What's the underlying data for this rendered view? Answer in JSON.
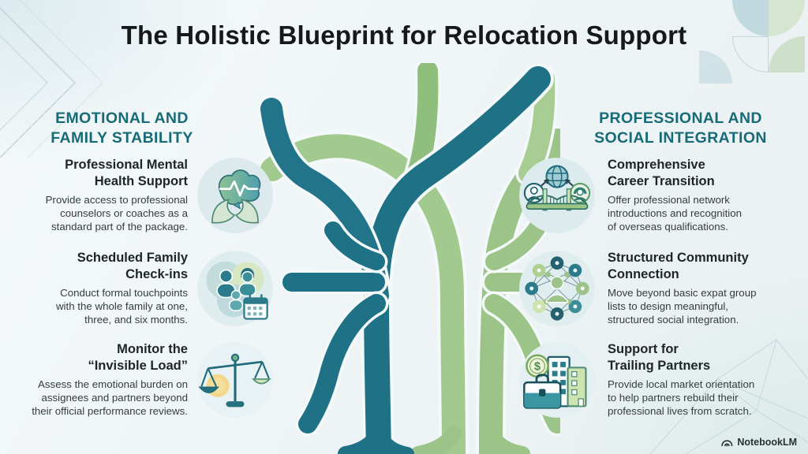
{
  "title": "The Holistic Blueprint for Relocation Support",
  "watermark": "NotebookLM",
  "center_graphic": "intertwined-tree",
  "colors": {
    "tree_teal": "#1f7185",
    "tree_green": "#9cc489",
    "header_teal": "#176b76",
    "title_text": "#15191c",
    "background": "#eef4f6"
  },
  "columns": {
    "left": {
      "header": "EMOTIONAL AND\nFAMILY STABILITY",
      "items": [
        {
          "title": "Professional Mental\nHealth Support",
          "body": "Provide access to professional\ncounselors or coaches as a\nstandard part of the package.",
          "icon": "brain-in-hands-icon"
        },
        {
          "title": "Scheduled Family\nCheck-ins",
          "body": "Conduct formal touchpoints\nwith the whole family at one,\nthree, and six months.",
          "icon": "family-calendar-icon"
        },
        {
          "title": "Monitor the\n“Invisible Load”",
          "body": "Assess the emotional burden on\nassignees and partners beyond\ntheir official performance reviews.",
          "icon": "balance-scales-icon"
        }
      ]
    },
    "right": {
      "header": "PROFESSIONAL AND\nSOCIAL INTEGRATION",
      "items": [
        {
          "title": "Comprehensive\nCareer Transition",
          "body": "Offer professional network\nintroductions and recognition\nof overseas qualifications.",
          "icon": "globe-bridge-people-icon"
        },
        {
          "title": "Structured Community\nConnection",
          "body": "Move beyond basic expat group\nlists to design meaningful,\nstructured social integration.",
          "icon": "community-network-icon"
        },
        {
          "title": "Support for\nTrailing Partners",
          "body": "Provide local market orientation\nto help partners rebuild their\nprofessional lives from scratch.",
          "icon": "buildings-briefcase-icon"
        }
      ]
    }
  }
}
